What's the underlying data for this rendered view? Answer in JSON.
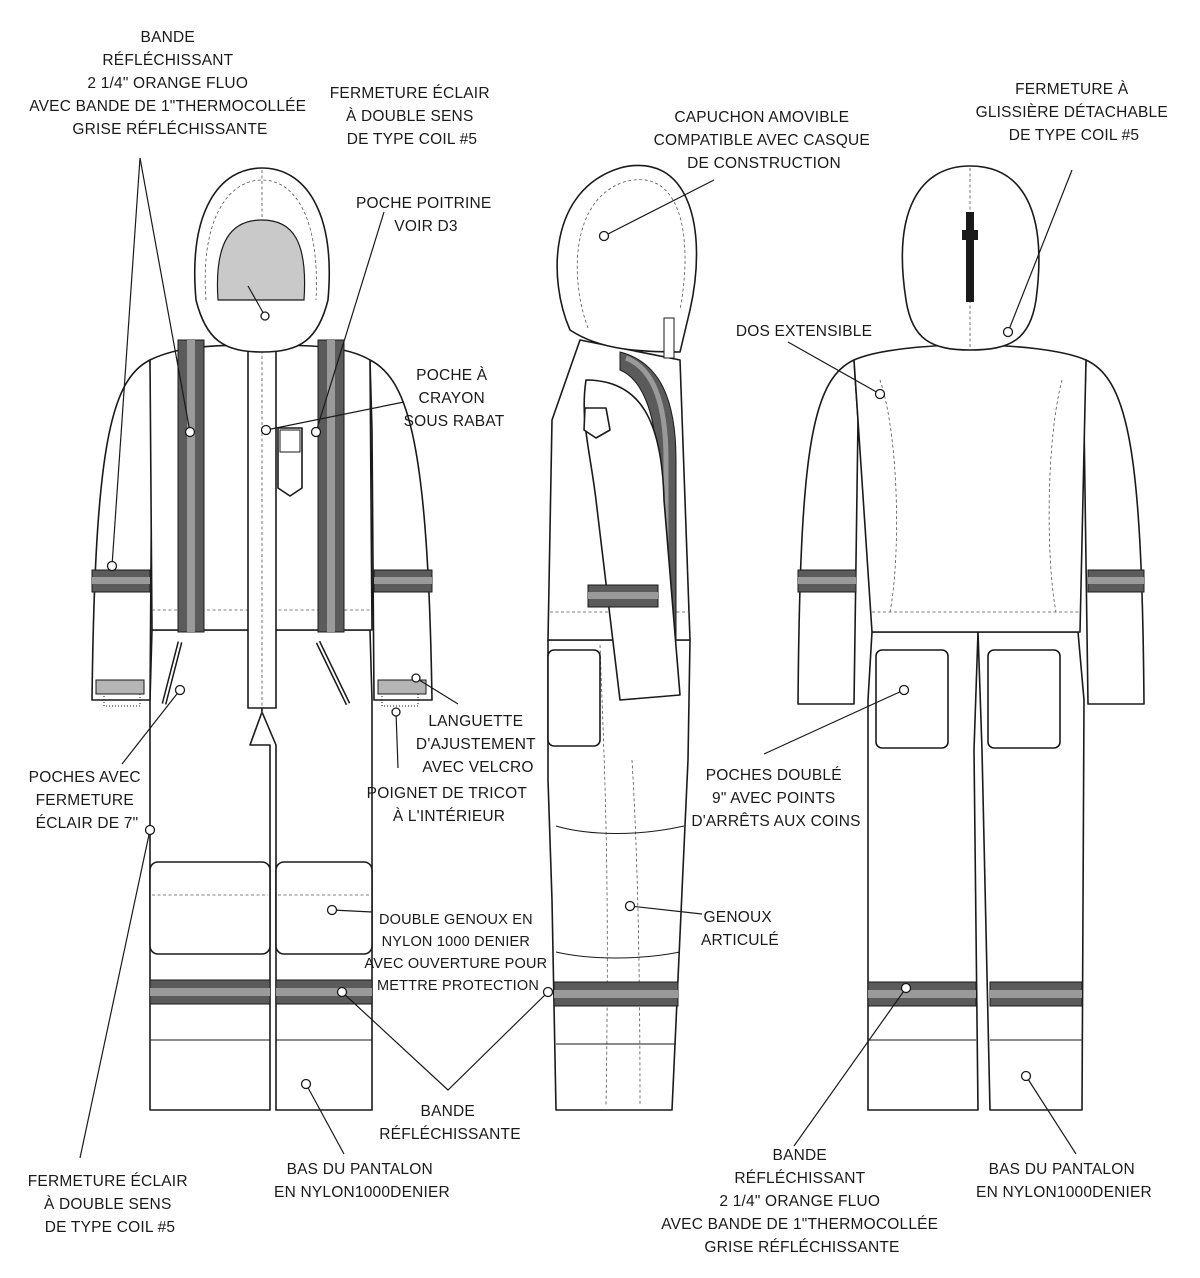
{
  "colors": {
    "stroke": "#1a1a1a",
    "band_dark": "#5b5b5b",
    "band_light": "#9a9a9a",
    "hood_lining": "#c9c9c9",
    "background": "#ffffff"
  },
  "views": [
    "front-view",
    "side-view",
    "back-view"
  ],
  "labels": {
    "bande_top": [
      "BANDE",
      "RÉFLÉCHISSANT",
      "2 1/4\" ORANGE FLUO",
      "AVEC BANDE DE 1\"THERMOCOLLÉE",
      "GRISE RÉFLÉCHISSANTE"
    ],
    "zip_front": [
      "FERMETURE ÉCLAIR",
      "À DOUBLE SENS",
      "DE TYPE COIL #5"
    ],
    "poche_poitrine": [
      "POCHE POITRINE",
      "VOIR D3"
    ],
    "poche_crayon": [
      "POCHE À",
      "CRAYON",
      "SOUS RABAT"
    ],
    "languette": [
      "LANGUETTE",
      "D'AJUSTEMENT",
      "AVEC VELCRO"
    ],
    "poignet": [
      "POIGNET DE TRICOT",
      "À L'INTÉRIEUR"
    ],
    "poches_zip": [
      "POCHES AVEC",
      "FERMETURE",
      "ÉCLAIR DE 7\""
    ],
    "double_genoux": [
      "DOUBLE GENOUX EN",
      "NYLON 1000 DENIER",
      "AVEC OUVERTURE POUR",
      "METTRE PROTECTION"
    ],
    "bande_mid": [
      "BANDE",
      "RÉFLÉCHISSANTE"
    ],
    "zip_bottom": [
      "FERMETURE ÉCLAIR",
      "À DOUBLE SENS",
      "DE TYPE COIL #5"
    ],
    "bas_front": [
      "BAS DU PANTALON",
      "EN NYLON1000DENIER"
    ],
    "capuchon": [
      "CAPUCHON AMOVIBLE",
      "COMPATIBLE AVEC CASQUE",
      "DE CONSTRUCTION"
    ],
    "genoux": [
      "GENOUX",
      "ARTICULÉ"
    ],
    "fermeture_glissiere": [
      "FERMETURE À",
      "GLISSIÈRE DÉTACHABLE",
      "DE TYPE COIL #5"
    ],
    "dos": [
      "DOS EXTENSIBLE"
    ],
    "poches_double": [
      "POCHES DOUBLÉ",
      "9\" AVEC POINTS",
      "D'ARRÊTS AUX COINS"
    ],
    "bande_bottom": [
      "BANDE",
      "RÉFLÉCHISSANT",
      "2 1/4\" ORANGE FLUO",
      "AVEC BANDE DE 1\"THERMOCOLLÉE",
      "GRISE RÉFLÉCHISSANTE"
    ],
    "bas_back": [
      "BAS DU PANTALON",
      "EN NYLON1000DENIER"
    ]
  }
}
